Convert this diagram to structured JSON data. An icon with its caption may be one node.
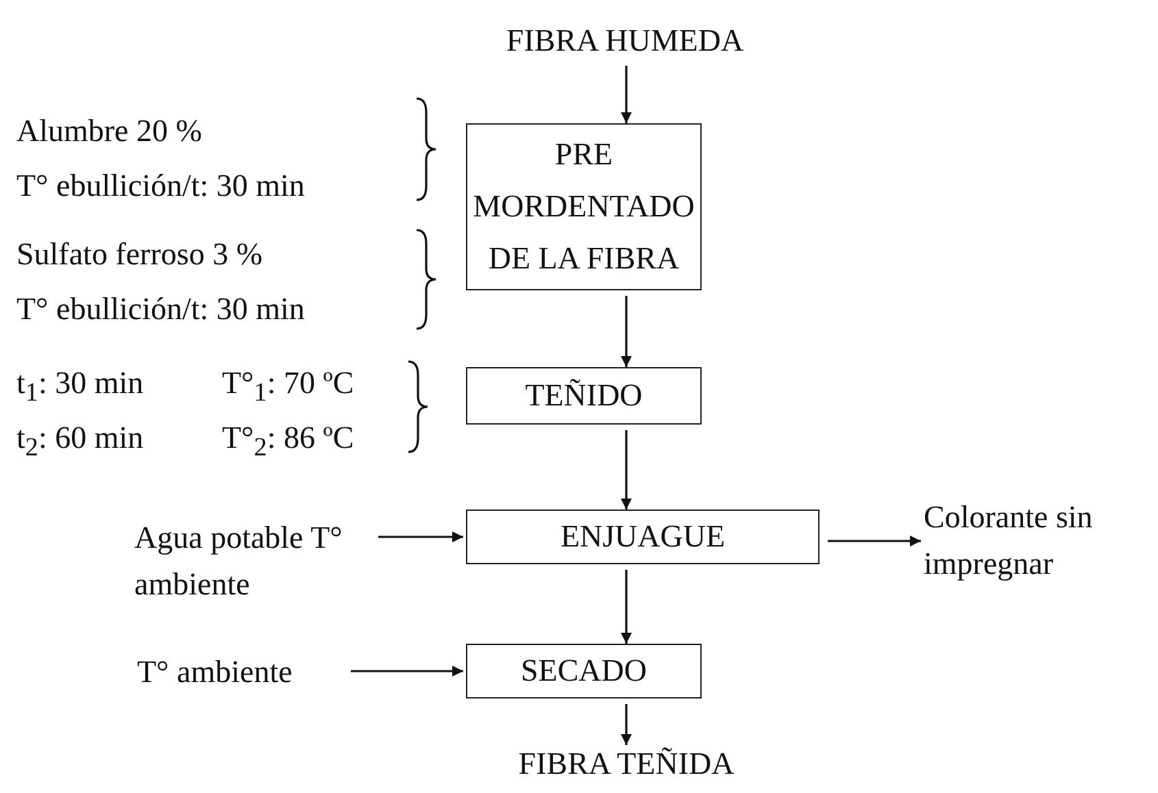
{
  "diagram": {
    "nodes": [
      {
        "text": [
          "FIBRA HUMEDA"
        ]
      },
      {
        "text": [
          "PRE MORDENTADO DE LA FIBRA"
        ]
      },
      {
        "text": [
          "TEÑIDO"
        ]
      },
      {
        "text": [
          "ENJUAGUE"
        ]
      },
      {
        "text": [
          "SECADO"
        ]
      },
      {
        "text": [
          "FIBRA TEÑIDA"
        ]
      },
      {
        "text": [
          "Agua potable T° ambiente"
        ]
      },
      {
        "text": [
          "Colorante sin impregnar"
        ]
      },
      {
        "text": [
          "T° ambiente"
        ]
      }
    ],
    "edges": [
      {
        "from": 0,
        "to": 1,
        "arrow": "to"
      },
      {
        "from": 1,
        "to": 2,
        "arrow": "to"
      },
      {
        "from": 2,
        "to": 3,
        "arrow": "to"
      },
      {
        "from": 3,
        "to": 4,
        "arrow": "to"
      },
      {
        "from": 4,
        "to": 5,
        "arrow": "to"
      },
      {
        "from": 6,
        "to": 3,
        "arrow": "to"
      },
      {
        "from": 3,
        "to": 7,
        "arrow": "to"
      },
      {
        "from": 8,
        "to": 4,
        "arrow": "to"
      }
    ],
    "labels": [
      "Alumbre 20 %",
      "T° ebullición/t: 30 min",
      "Sulfato ferroso 3 %",
      "T° ebullición/t: 30 min",
      "t$_{1}$: 30 min",
      "T°$_{1}$: 70 ºC",
      "t$_{2}$: 60 min",
      "T°$_{2}$: 86 ºC"
    ]
  }
}
